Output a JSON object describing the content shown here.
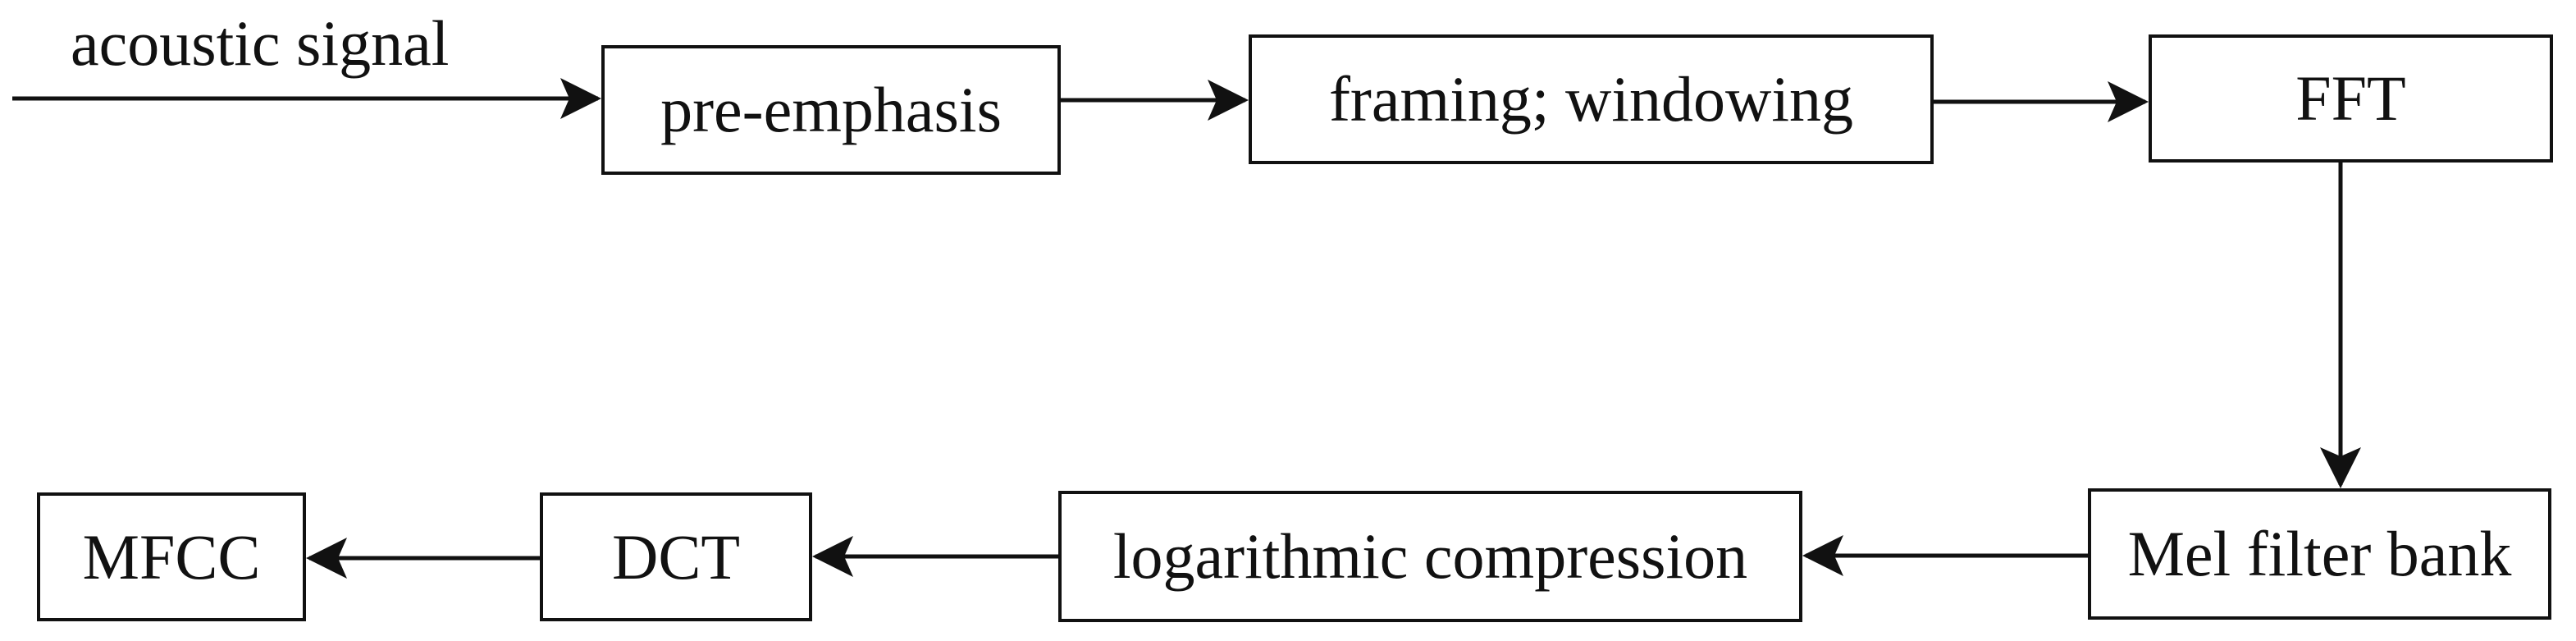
{
  "diagram": {
    "source_label": "acoustic signal",
    "nodes": [
      {
        "label": "pre-emphasis"
      },
      {
        "label": "framing; windowing"
      },
      {
        "label": "FFT"
      },
      {
        "label": "Mel filter bank"
      },
      {
        "label": "logarithmic compression"
      },
      {
        "label": "DCT"
      },
      {
        "label": "MFCC"
      }
    ],
    "flow": [
      {
        "from": "acoustic signal",
        "to": "pre-emphasis"
      },
      {
        "from": "pre-emphasis",
        "to": "framing; windowing"
      },
      {
        "from": "framing; windowing",
        "to": "FFT"
      },
      {
        "from": "FFT",
        "to": "Mel filter bank"
      },
      {
        "from": "Mel filter bank",
        "to": "logarithmic compression"
      },
      {
        "from": "logarithmic compression",
        "to": "DCT"
      },
      {
        "from": "DCT",
        "to": "MFCC"
      }
    ],
    "colors": {
      "ink": "#111111",
      "background": "#ffffff"
    }
  }
}
